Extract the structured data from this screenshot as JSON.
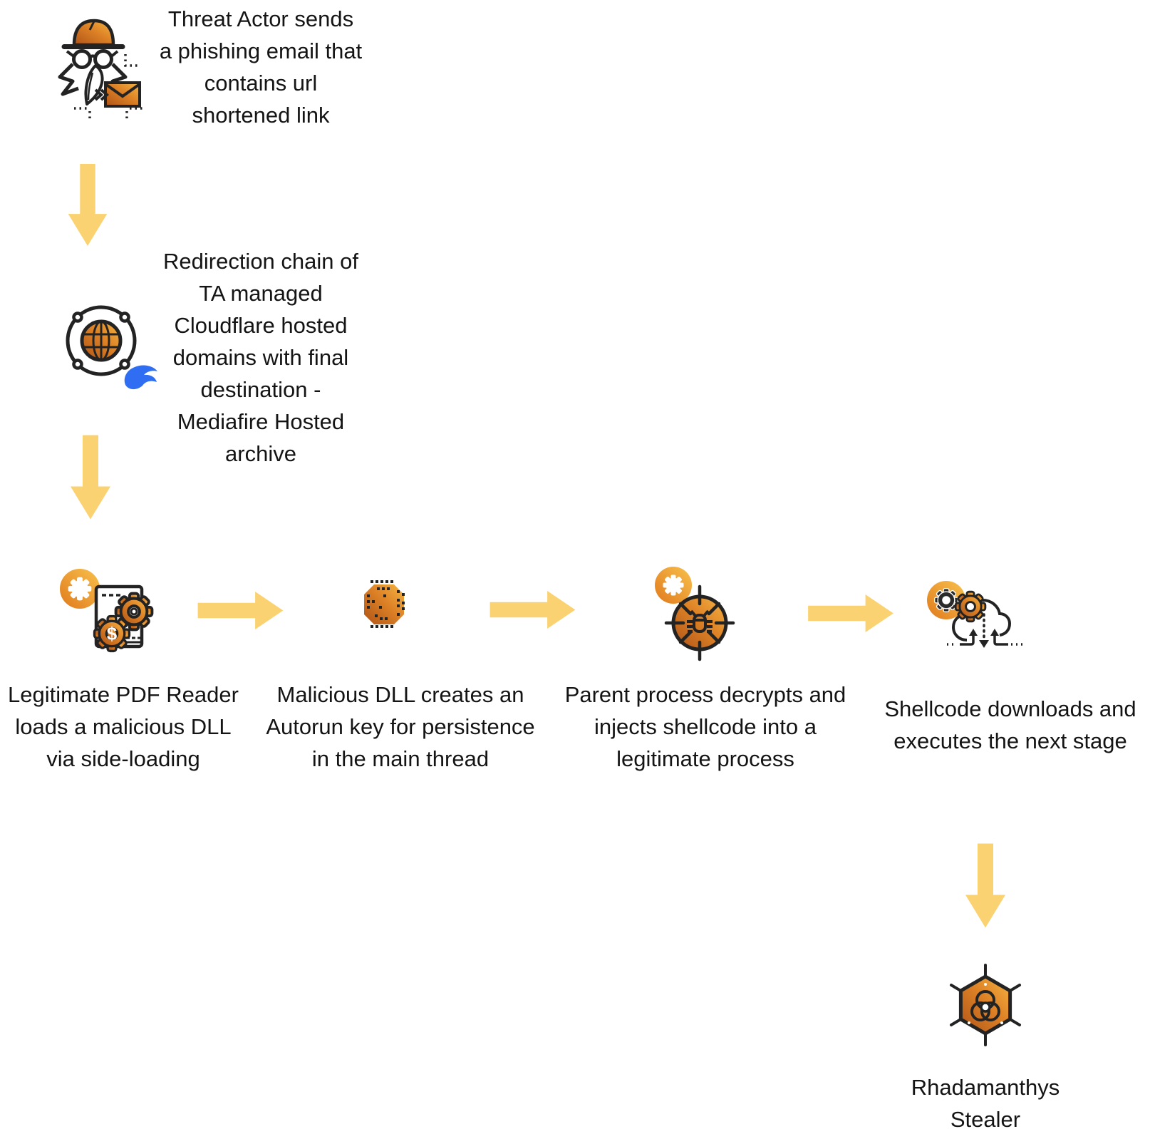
{
  "diagram": {
    "name": "Rhadamanthys Stealer infection chain",
    "colors": {
      "arrow": "#FAD272",
      "icon_orange_dark": "#AF5317",
      "icon_orange_light": "#F6B544",
      "outline": "#232323",
      "mediafire_blue": "#2F6EF2",
      "text": "#141414",
      "background": "#FFFFFF"
    },
    "steps": [
      {
        "id": "phishing-email",
        "icon": "threat-actor-email-icon",
        "lines": [
          "Threat Actor sends",
          "a phishing email that",
          "contains url",
          "shortened link"
        ]
      },
      {
        "id": "redirection-chain",
        "icon": "network-redirect-mediafire-icon",
        "lines": [
          "Redirection chain of",
          "TA managed",
          "Cloudflare hosted",
          "domains with final",
          "destination -",
          "Mediafire Hosted",
          "archive"
        ]
      },
      {
        "id": "pdf-sideloading",
        "icon": "pdf-reader-gears-icon",
        "lines": [
          "Legitimate PDF Reader",
          "loads a malicious DLL",
          "via side-loading"
        ]
      },
      {
        "id": "autorun-persistence",
        "icon": "malicious-dll-chip-icon",
        "lines": [
          "Malicious DLL creates an",
          "Autorun key for persistence",
          "in the main thread"
        ]
      },
      {
        "id": "shellcode-injection",
        "icon": "process-injection-target-bug-icon",
        "lines": [
          "Parent process decrypts and",
          "injects shellcode into a",
          "legitimate process"
        ]
      },
      {
        "id": "shellcode-download",
        "icon": "cloud-download-gears-icon",
        "lines": [
          "Shellcode downloads and",
          "executes the next stage"
        ]
      },
      {
        "id": "final-payload",
        "icon": "malware-hexagon-biohazard-icon",
        "lines": [
          "Rhadamanthys",
          "Stealer"
        ]
      }
    ]
  }
}
